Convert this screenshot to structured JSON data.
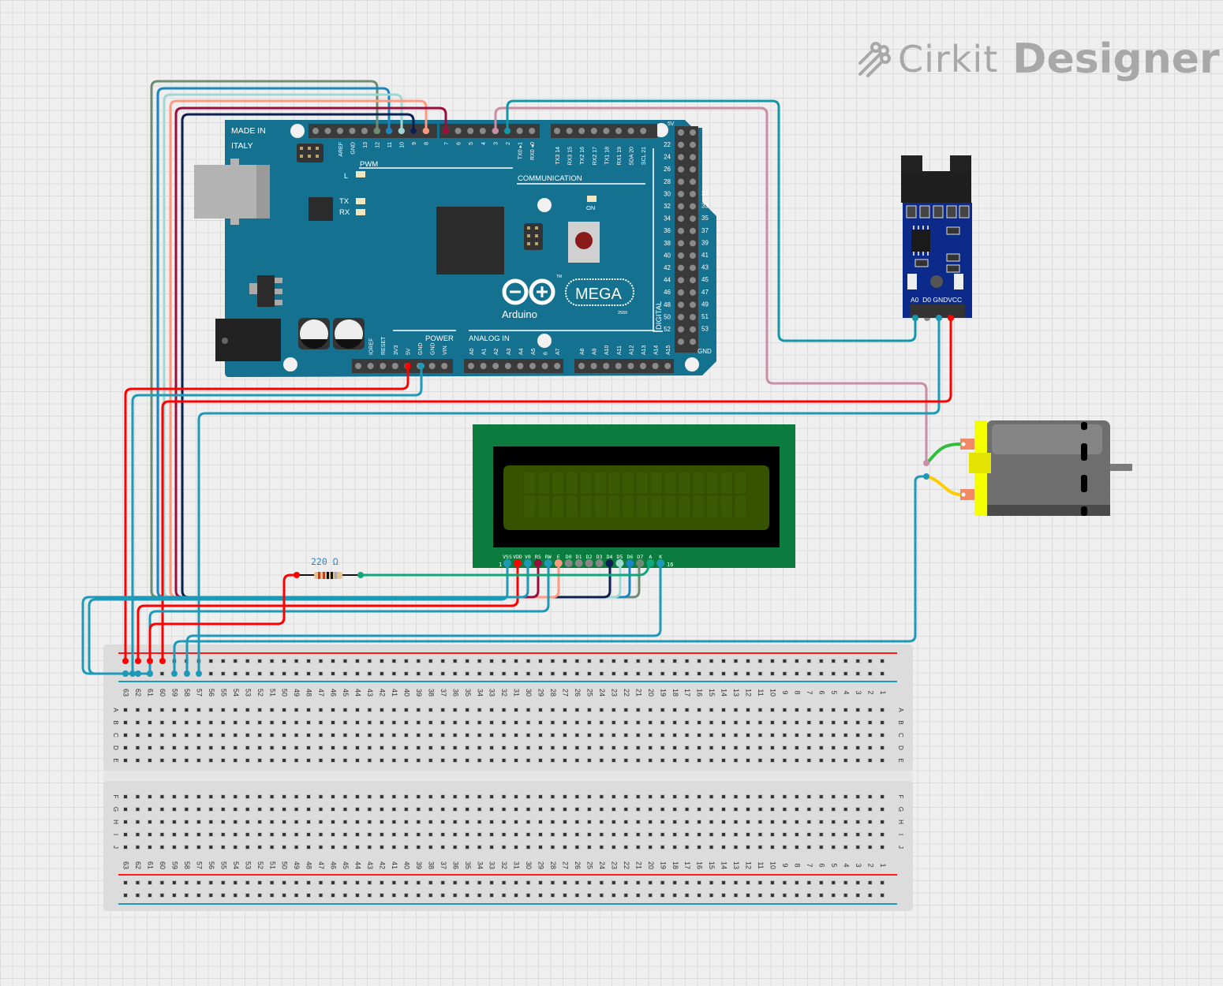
{
  "app": {
    "watermark_brand": "Cirkit",
    "watermark_product": "Designer"
  },
  "arduino": {
    "name": "Arduino Mega 2560",
    "made_in_line1": "MADE IN",
    "made_in_line2": "ITALY",
    "brand": "Arduino",
    "model": "MEGA",
    "model_number": "2560",
    "tm": "TM",
    "labels": {
      "pwm": "PWM",
      "communication": "COMMUNICATION",
      "power": "POWER",
      "analog_in": "ANALOG IN",
      "digital": "DIGITAL",
      "led_l": "L",
      "led_tx": "TX",
      "led_rx": "RX",
      "led_on": "ON",
      "top_5v": "5V",
      "bottom_gnd": "GND"
    },
    "top_header_left": [
      "",
      "",
      "AREF",
      "GND",
      "13",
      "12",
      "11",
      "10",
      "9",
      "8"
    ],
    "top_header_right": [
      "7",
      "6",
      "5",
      "4",
      "3",
      "2",
      "TX0 ▸1",
      "RX0 ◂0"
    ],
    "comm_header": [
      "TX3 14",
      "RX3 15",
      "TX2 16",
      "RX2 17",
      "TX1 18",
      "RX1 19",
      "SDA 20",
      "SCL 21"
    ],
    "power_header": [
      "",
      "IOREF",
      "RESET",
      "3V3",
      "5V",
      "GND",
      "GND",
      "VIN"
    ],
    "analog_header_1": [
      "A0",
      "A1",
      "A2",
      "A3",
      "A4",
      "A5",
      "6",
      "A7"
    ],
    "analog_header_2": [
      "A8",
      "A9",
      "A10",
      "A11",
      "A12",
      "A13",
      "A14",
      "A15"
    ],
    "digital_left": [
      "22",
      "24",
      "26",
      "28",
      "30",
      "32",
      "34",
      "36",
      "38",
      "40",
      "42",
      "44",
      "46",
      "48",
      "50",
      "52"
    ],
    "digital_right": [
      "31",
      "33",
      "35",
      "37",
      "39",
      "41",
      "43",
      "45",
      "47",
      "49",
      "51",
      "53"
    ]
  },
  "lcd": {
    "name": "LCD 16x2",
    "pin_first": "1",
    "pin_last": "16",
    "pins": [
      "VSS",
      "VDD",
      "V0",
      "RS",
      "RW",
      "E",
      "D0",
      "D1",
      "D2",
      "D3",
      "D4",
      "D5",
      "D6",
      "D7",
      "A",
      "K"
    ],
    "pin_label_text": "VSSVDDV0 RS RW  E  D0 D1 D2 D3 D4 D5 D6 D7  A  K",
    "columns": 16,
    "rows": 2
  },
  "resistor": {
    "value_label": "220 Ω"
  },
  "sensor": {
    "name": "IR speed sensor module",
    "pins": [
      "A0",
      "D0",
      "GND",
      "VCC"
    ],
    "pin_label_text": "A0  D0 GNDVCC"
  },
  "motor": {
    "name": "DC motor"
  },
  "breadboard": {
    "columns_top": [
      "63",
      "62",
      "61",
      "60",
      "59",
      "58",
      "57",
      "56",
      "55",
      "54",
      "53",
      "52",
      "51",
      "50",
      "49",
      "48",
      "47",
      "46",
      "45",
      "44",
      "43",
      "42",
      "41",
      "40",
      "39",
      "38",
      "37",
      "36",
      "35",
      "34",
      "33",
      "32",
      "31",
      "30",
      "29",
      "28",
      "27",
      "26",
      "25",
      "24",
      "23",
      "22",
      "21",
      "20",
      "19",
      "18",
      "17",
      "16",
      "15",
      "14",
      "13",
      "12",
      "11",
      "10",
      "9",
      "8",
      "7",
      "6",
      "5",
      "4",
      "3",
      "2",
      "1"
    ],
    "rows_top": [
      "A",
      "B",
      "C",
      "D",
      "E"
    ],
    "rows_bottom": [
      "F",
      "G",
      "H",
      "I",
      "J"
    ]
  },
  "wires": [
    {
      "from": "Mega D12",
      "to": "LCD D7",
      "color": "#6e8b74"
    },
    {
      "from": "Mega D11",
      "to": "LCD D6",
      "color": "#1a86c0"
    },
    {
      "from": "Mega D10",
      "to": "LCD D5",
      "color": "#9fd8d2"
    },
    {
      "from": "Mega D9",
      "to": "LCD D4",
      "color": "#0b1f50"
    },
    {
      "from": "Mega D8",
      "to": "LCD E",
      "color": "#ff9a80"
    },
    {
      "from": "Mega D7",
      "to": "LCD RS",
      "color": "#9a0e3e"
    },
    {
      "from": "Mega D3",
      "to": "Motor +",
      "color": "#c98ea5"
    },
    {
      "from": "Mega D2",
      "to": "Sensor A0",
      "color": "#1397a8"
    },
    {
      "from": "Mega 5V",
      "to": "Breadboard + rail",
      "color": "#ff0000"
    },
    {
      "from": "Mega GND",
      "to": "Breadboard - rail",
      "color": "#1e9ab8"
    },
    {
      "from": "Resistor",
      "to": "LCD A",
      "color": "#10a77a"
    }
  ],
  "colors": {
    "board_blue": "#14718f",
    "sensor_blue": "#0c2a8a",
    "lcd_green": "#0b7b3e",
    "lcd_screen": "#365300",
    "wire_red": "#ff0000",
    "wire_gnd": "#1e9ab8",
    "motor_yellow": "#f4ff00",
    "motor_body": "#6e6e6e"
  }
}
